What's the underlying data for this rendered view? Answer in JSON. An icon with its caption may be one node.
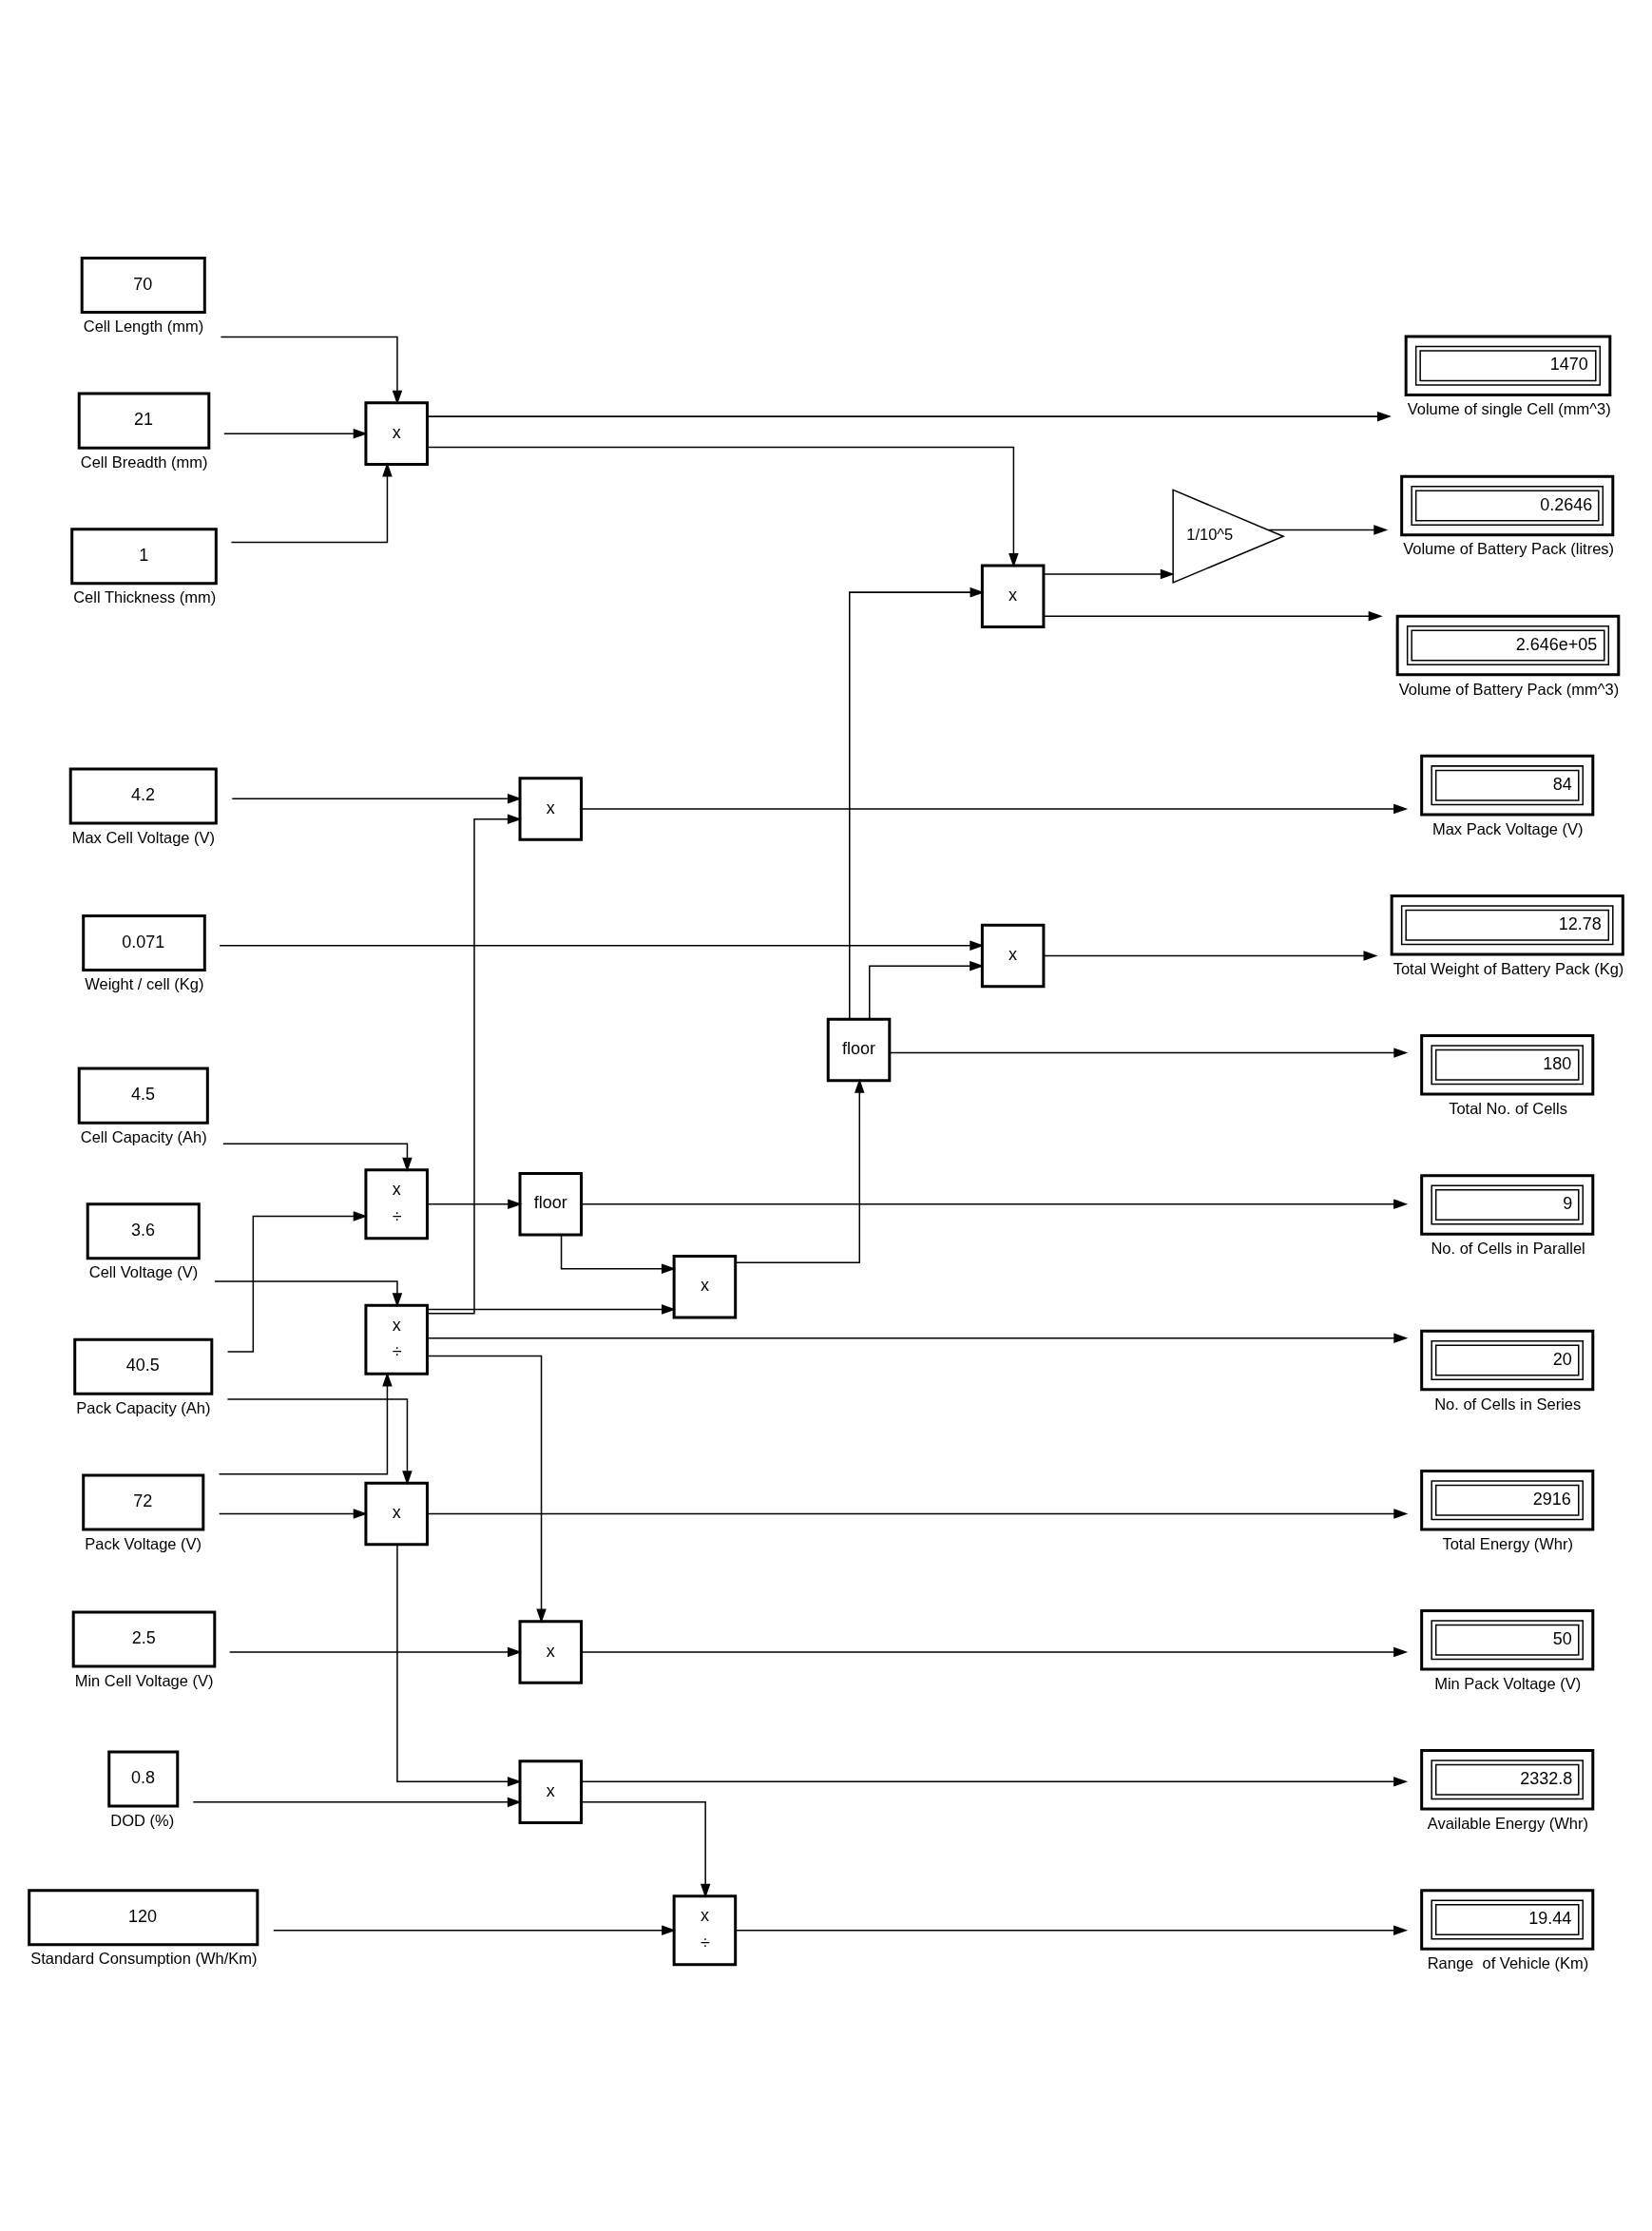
{
  "diagram": {
    "nodes": [
      {
        "text": [
          "4.2"
        ],
        "beside": [
          "Max Cell Voltage (V)"
        ]
      },
      {
        "text": [
          "x"
        ]
      },
      {
        "text": [
          "84"
        ],
        "beside": [
          "Max Pack Voltage (V)"
        ]
      },
      {
        "text": [
          "x"
        ]
      },
      {
        "text": [
          "2.5"
        ],
        "beside": [
          "Min Cell Voltage (V)"
        ]
      },
      {
        "text": [
          "50"
        ],
        "beside": [
          "Min Pack Voltage (V)"
        ]
      },
      {
        "text": [
          "72"
        ],
        "beside": [
          "Pack Voltage (V)"
        ]
      },
      {
        "text": [
          "x",
          "÷"
        ]
      },
      {
        "text": [
          "20"
        ],
        "beside": [
          "No. of Cells in Series"
        ]
      },
      {
        "text": [
          "3.6"
        ],
        "beside": [
          "Cell Voltage (V)"
        ]
      },
      {
        "text": [
          "40.5"
        ],
        "beside": [
          "Pack Capacity (Ah)"
        ]
      },
      {
        "text": [
          "x",
          "÷"
        ]
      },
      {
        "text": [
          "floor"
        ]
      },
      {
        "text": [
          "9"
        ],
        "beside": [
          "No. of Cells in Parallel"
        ]
      },
      {
        "text": [
          "4.5"
        ],
        "beside": [
          "Cell Capacity (Ah)"
        ]
      },
      {
        "text": [
          "0.8"
        ],
        "beside": [
          "DOD (%)"
        ]
      },
      {
        "text": [
          "x"
        ]
      },
      {
        "text": [
          "floor"
        ]
      },
      {
        "text": [
          "180"
        ],
        "beside": [
          "Total No. of Cells"
        ]
      },
      {
        "text": [
          "0.071"
        ],
        "beside": [
          "Weight / cell (Kg)"
        ]
      },
      {
        "text": [
          "x"
        ]
      },
      {
        "text": [
          "2916"
        ],
        "beside": [
          "Total Energy (Whr)"
        ]
      },
      {
        "text": [
          "70"
        ],
        "beside": [
          "Cell Length (mm)"
        ]
      },
      {
        "text": [
          "x"
        ]
      },
      {
        "text": [
          "2332.8"
        ],
        "beside": [
          "Available Energy (Whr)"
        ]
      },
      {
        "text": [
          "21"
        ],
        "beside": [
          "Cell Breadth (mm)"
        ]
      },
      {
        "text": [
          "x"
        ]
      },
      {
        "text": [
          "12.78"
        ],
        "beside": [
          "Total Weight of Battery Pack (Kg)"
        ]
      },
      {
        "text": [
          "1"
        ],
        "beside": [
          "Cell Thickness (mm)"
        ]
      },
      {
        "text": [
          "x"
        ]
      },
      {
        "text": [
          "1470"
        ],
        "beside": [
          "Volume of single Cell (mm^3)"
        ]
      },
      {
        "text": [
          "120"
        ],
        "beside": [
          "Standard Consumption (Wh/Km)"
        ]
      },
      {
        "text": [
          "x"
        ]
      },
      {
        "text": [
          "2.646e+05"
        ],
        "beside": [
          "Volume of Battery Pack (mm^3)"
        ]
      },
      {
        "text": [
          "1/10^5"
        ]
      },
      {
        "text": [
          "0.2646"
        ],
        "beside": [
          "Volume of Battery Pack (litres)"
        ]
      },
      {
        "text": [
          "x",
          "÷"
        ]
      },
      {
        "text": [
          "19.44"
        ],
        "beside": [
          "Range  of Vehicle (Km)"
        ]
      }
    ],
    "edges": [
      {
        "from": 0,
        "to": 1,
        "arrow": "to"
      },
      {
        "from": 7,
        "to": 1,
        "arrow": "to"
      },
      {
        "from": 1,
        "to": 2,
        "arrow": "to"
      },
      {
        "from": 4,
        "to": 3,
        "arrow": "to"
      },
      {
        "from": 7,
        "to": 3,
        "arrow": "to"
      },
      {
        "from": 3,
        "to": 5,
        "arrow": "to"
      },
      {
        "from": 6,
        "to": 7,
        "arrow": "to"
      },
      {
        "from": 9,
        "to": 7,
        "arrow": "to"
      },
      {
        "from": 7,
        "to": 8,
        "arrow": "to"
      },
      {
        "from": 10,
        "to": 11,
        "arrow": "to"
      },
      {
        "from": 14,
        "to": 11,
        "arrow": "to"
      },
      {
        "from": 11,
        "to": 12,
        "arrow": "to"
      },
      {
        "from": 12,
        "to": 13,
        "arrow": "to"
      },
      {
        "from": 12,
        "to": 16,
        "arrow": "to"
      },
      {
        "from": 7,
        "to": 16,
        "arrow": "to"
      },
      {
        "from": 16,
        "to": 17,
        "arrow": "to"
      },
      {
        "from": 17,
        "to": 18,
        "arrow": "to"
      },
      {
        "from": 6,
        "to": 20,
        "arrow": "to"
      },
      {
        "from": 10,
        "to": 20,
        "arrow": "to"
      },
      {
        "from": 20,
        "to": 21,
        "arrow": "to"
      },
      {
        "from": 15,
        "to": 23,
        "arrow": "to"
      },
      {
        "from": 20,
        "to": 23,
        "arrow": "to"
      },
      {
        "from": 23,
        "to": 24,
        "arrow": "to"
      },
      {
        "from": 17,
        "to": 26,
        "arrow": "to"
      },
      {
        "from": 19,
        "to": 26,
        "arrow": "to"
      },
      {
        "from": 26,
        "to": 27,
        "arrow": "to"
      },
      {
        "from": 22,
        "to": 29,
        "arrow": "to"
      },
      {
        "from": 25,
        "to": 29,
        "arrow": "to"
      },
      {
        "from": 28,
        "to": 29,
        "arrow": "to"
      },
      {
        "from": 29,
        "to": 30,
        "arrow": "to"
      },
      {
        "from": 17,
        "to": 32,
        "arrow": "to"
      },
      {
        "from": 29,
        "to": 32,
        "arrow": "to"
      },
      {
        "from": 32,
        "to": 33,
        "arrow": "to"
      },
      {
        "from": 32,
        "to": 34,
        "arrow": "to"
      },
      {
        "from": 34,
        "to": 35,
        "arrow": "to"
      },
      {
        "from": 23,
        "to": 36,
        "arrow": "to"
      },
      {
        "from": 31,
        "to": 36,
        "arrow": "to"
      },
      {
        "from": 36,
        "to": 37,
        "arrow": "to"
      }
    ]
  }
}
